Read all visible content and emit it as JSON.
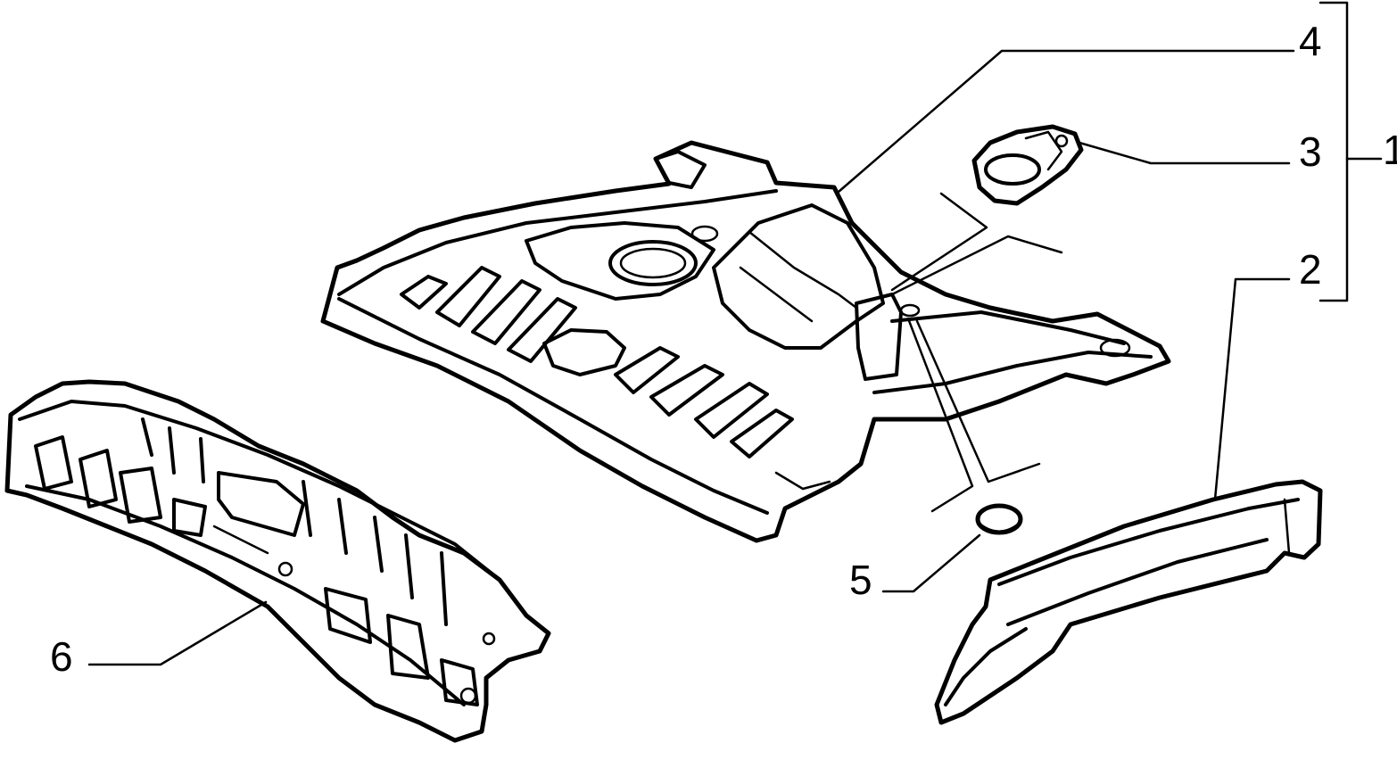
{
  "diagram": {
    "ink_color": "#000000",
    "background_color": "#ffffff",
    "callouts": [
      {
        "id": "1",
        "label": "1"
      },
      {
        "id": "2",
        "label": "2"
      },
      {
        "id": "3",
        "label": "3"
      },
      {
        "id": "4",
        "label": "4"
      },
      {
        "id": "5",
        "label": "5"
      },
      {
        "id": "6",
        "label": "6"
      }
    ]
  }
}
